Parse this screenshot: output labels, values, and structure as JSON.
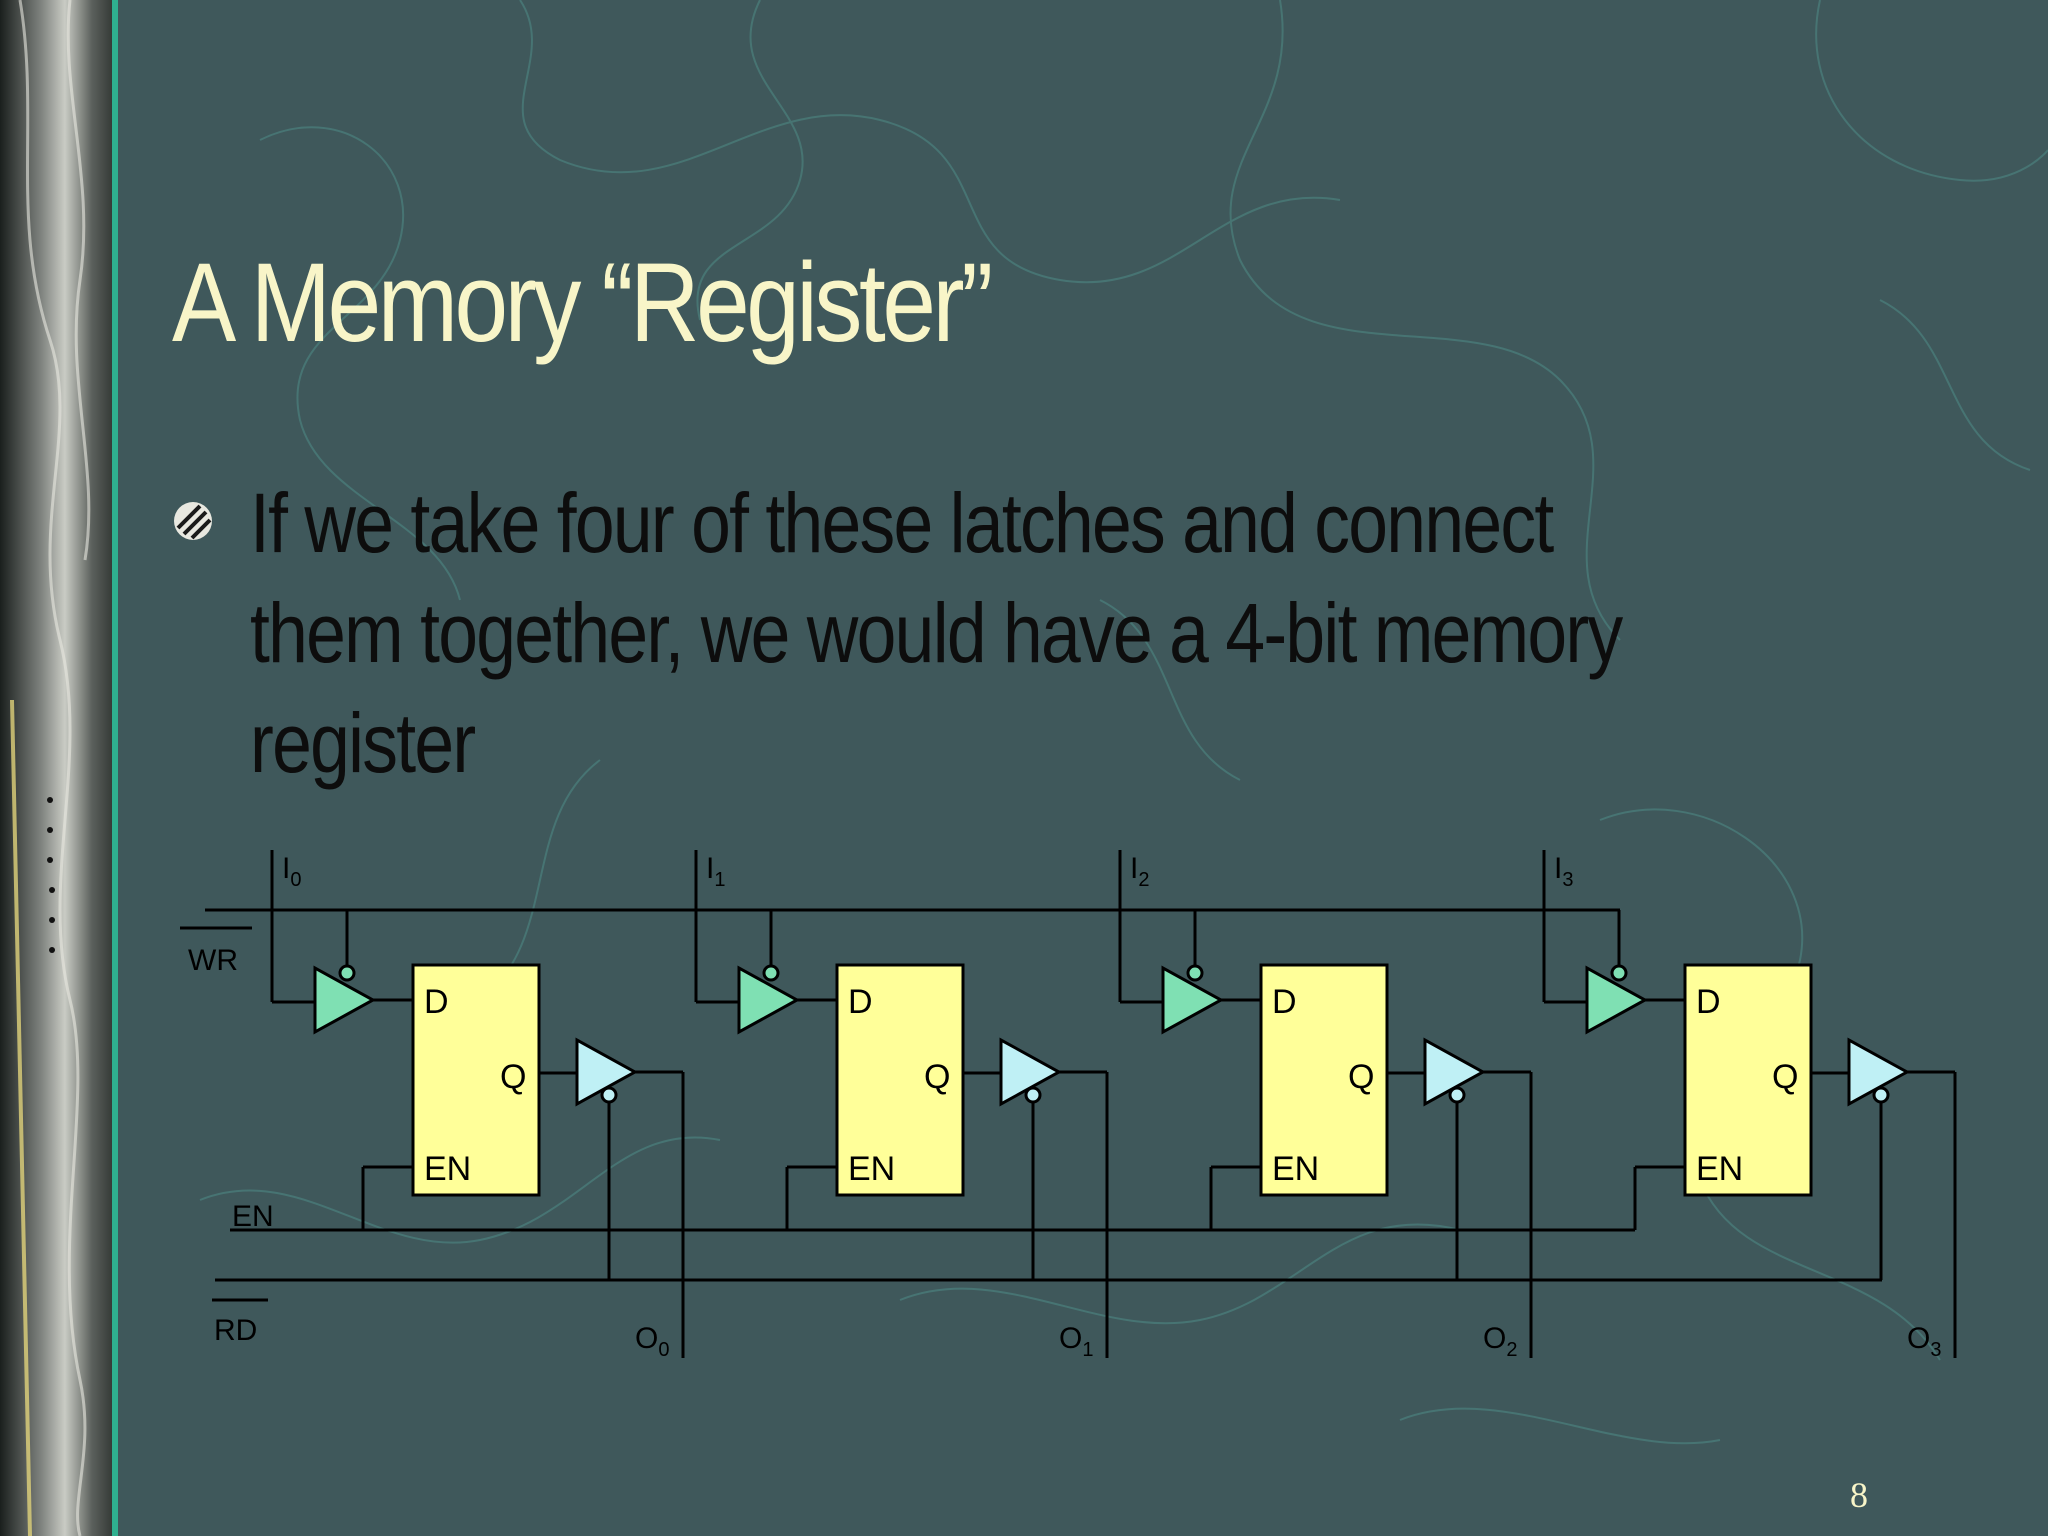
{
  "slide": {
    "title": "A Memory “Register”",
    "bullet": "If we take four of these latches and connect them together, we would have a 4-bit memory register",
    "page_number": "8"
  },
  "diagram": {
    "control_labels": [
      "WR",
      "EN",
      "RD"
    ],
    "latch_labels": {
      "d": "D",
      "q": "Q",
      "en": "EN"
    },
    "inputs": [
      {
        "letter": "I",
        "sub": "0"
      },
      {
        "letter": "I",
        "sub": "1"
      },
      {
        "letter": "I",
        "sub": "2"
      },
      {
        "letter": "I",
        "sub": "3"
      }
    ],
    "outputs": [
      {
        "letter": "O",
        "sub": "0"
      },
      {
        "letter": "O",
        "sub": "1"
      },
      {
        "letter": "O",
        "sub": "2"
      },
      {
        "letter": "O",
        "sub": "3"
      }
    ]
  },
  "colors": {
    "background": "#3f585b",
    "title": "#f8f5c8",
    "latch_fill": "#ffff99",
    "write_buffer_fill": "#7fe0b3",
    "read_buffer_fill": "#bff0f5",
    "accent_strip": "#2fb08f"
  }
}
